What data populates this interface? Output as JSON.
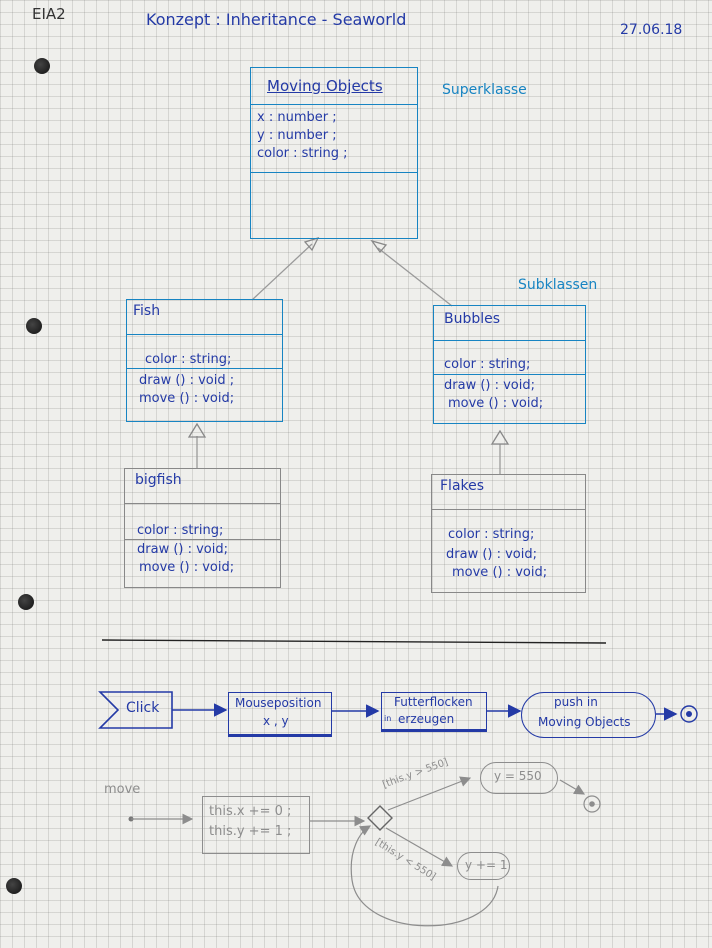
{
  "header": {
    "course": "EIA2",
    "title": "Konzept : Inheritance - Seaworld",
    "date": "27.06.18"
  },
  "labels": {
    "superclass": "Superklasse",
    "subclasses": "Subklassen"
  },
  "classes": {
    "moving_objects": {
      "name": "Moving Objects",
      "attributes": [
        "x : number ;",
        "y : number ;",
        "color : string ;"
      ]
    },
    "fish": {
      "name": "Fish",
      "attributes": [
        "color : string;"
      ],
      "methods": [
        "draw () : void ;",
        "move () : void;"
      ]
    },
    "bubbles": {
      "name": "Bubbles",
      "attributes": [
        "color : string;"
      ],
      "methods": [
        "draw () : void;",
        "move () : void;"
      ]
    },
    "bigfish": {
      "name": "bigfish",
      "attributes": [
        "color : string;"
      ],
      "methods": [
        "draw () : void;",
        "move () : void;"
      ]
    },
    "flakes": {
      "name": "Flakes",
      "attributes": [
        "color : string;"
      ],
      "methods": [
        "draw () : void;",
        "move () : void;"
      ]
    }
  },
  "click_flow": {
    "event": "Click",
    "step1_line1": "Mouseposition",
    "step1_line2": "x , y",
    "step2_line1": "Futterflocken",
    "step2_prefix": "in",
    "step2_line2": "erzeugen",
    "step3_line1": "push in",
    "step3_line2": "Moving Objects"
  },
  "move_flow": {
    "label": "move",
    "action_line1": "this.x += 0 ;",
    "action_line2": "this.y += 1 ;",
    "guard_top": "[this.y > 550]",
    "guard_bottom": "[this.y < 550]",
    "action_top": "y = 550",
    "action_bottom": "y += 1"
  }
}
